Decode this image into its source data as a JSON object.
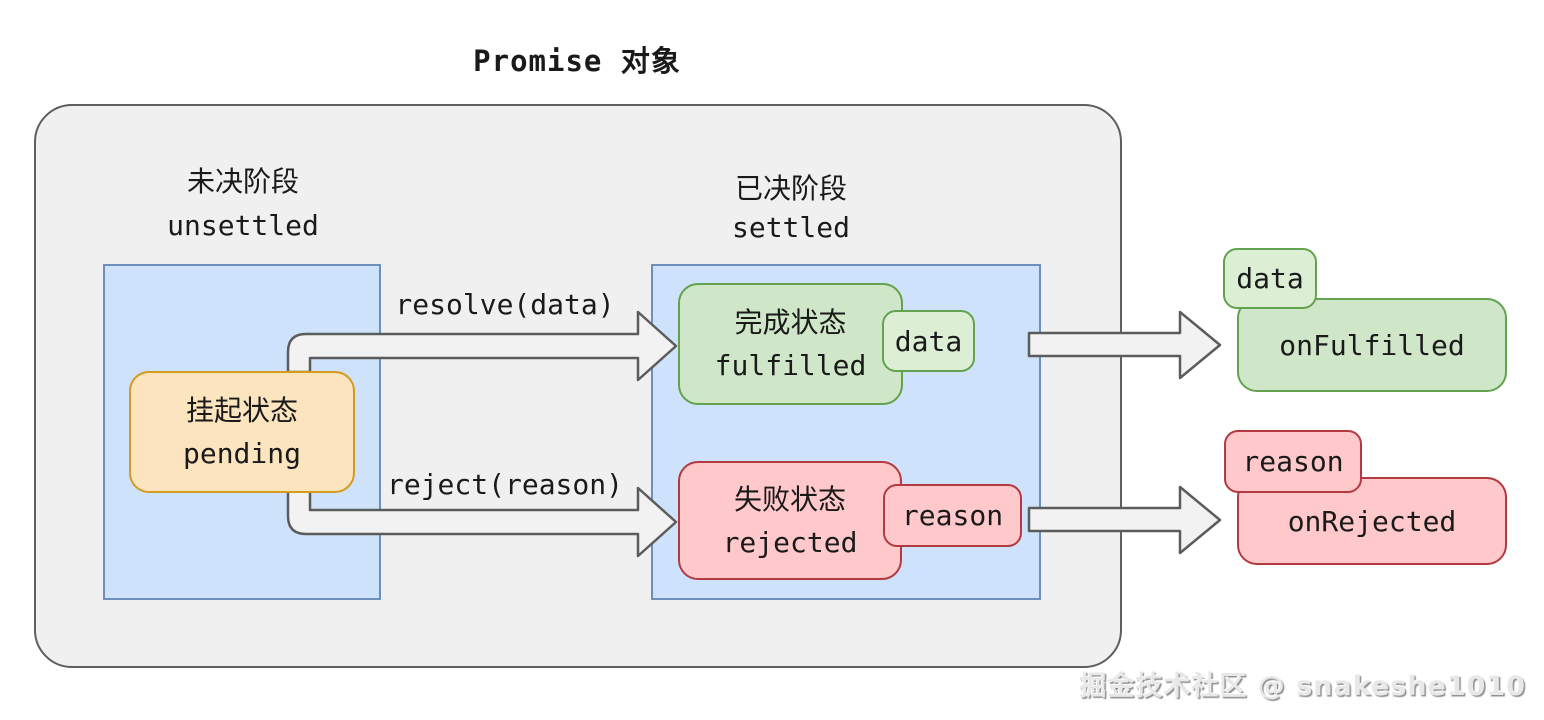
{
  "title": "Promise 对象",
  "phases": {
    "unsettled": {
      "label_zh": "未决阶段",
      "label_en": "unsettled"
    },
    "settled": {
      "label_zh": "已决阶段",
      "label_en": "settled"
    }
  },
  "states": {
    "pending": {
      "label_zh": "挂起状态",
      "label_en": "pending"
    },
    "fulfilled": {
      "label_zh": "完成状态",
      "label_en": "fulfilled",
      "tag": "data"
    },
    "rejected": {
      "label_zh": "失败状态",
      "label_en": "rejected",
      "tag": "reason"
    }
  },
  "transitions": {
    "resolve_label": "resolve(data)",
    "reject_label": "reject(reason)"
  },
  "callbacks": {
    "fulfilled": {
      "label": "onFulfilled",
      "tag": "data"
    },
    "rejected": {
      "label": "onRejected",
      "tag": "reason"
    }
  },
  "watermark": "掘金技术社区 @ snakeshe1010",
  "colors": {
    "text": "#1a1a1a",
    "container_fill": "#f0f0f0",
    "container_stroke": "#5f5f5f",
    "blue_fill": "#cfe2fb",
    "blue_stroke": "#6d8ebf",
    "orange_fill": "#fce4bf",
    "orange_stroke": "#d69a1e",
    "green_fill": "#cfe7c8",
    "green_tag_fill": "#dcefd5",
    "green_stroke": "#63a24e",
    "red_fill": "#ffc8cb",
    "red_stroke": "#b23a40",
    "arrow_fill": "#f2f2f2",
    "arrow_stroke": "#5c5c5c",
    "watermark": "#e8e8e8"
  }
}
